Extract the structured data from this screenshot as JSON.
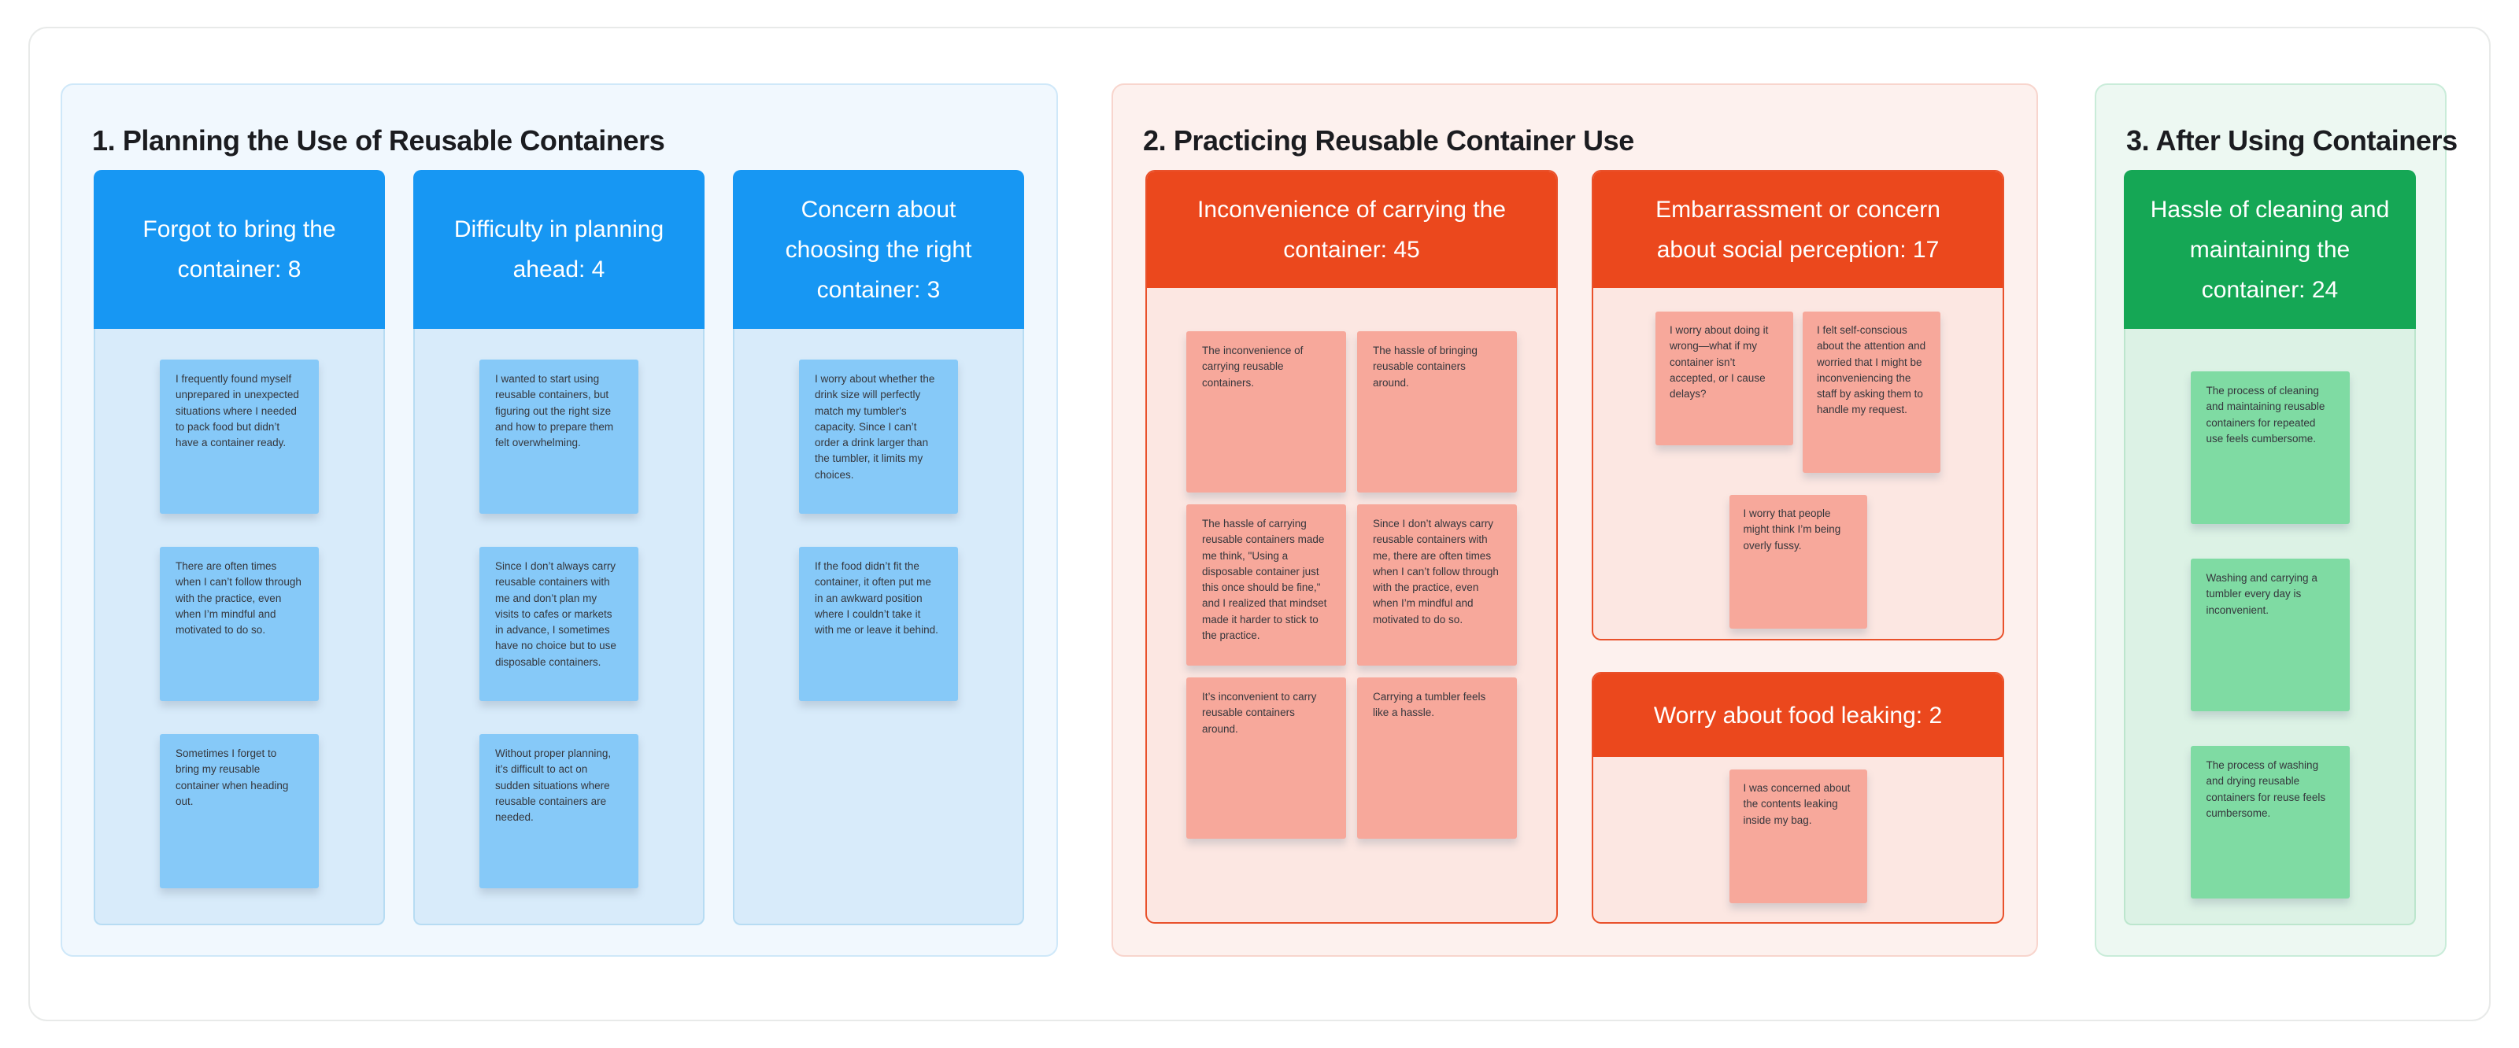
{
  "board": {
    "background": "#ffffff",
    "card_border": "#e8eae9"
  },
  "palette": {
    "blue_header": "#1797f3",
    "blue_note": "#86c9f8",
    "blue_column_body": "#d8ebfa",
    "blue_section_bg": "#f1f8fe",
    "blue_section_border": "#cfe8f9",
    "red_header": "#eb481d",
    "red_group_border": "#e9512b",
    "red_group_body": "#fce7e2",
    "red_note": "#f7a89b",
    "red_section_bg": "#fdf1ee",
    "red_section_border": "#f8d5cd",
    "green_header": "#15a755",
    "green_note": "#7fdba3",
    "green_column_body": "#dcf2e5",
    "green_section_bg": "#edf8f2",
    "green_section_border": "#c9ecd9"
  },
  "sections": [
    {
      "title": "1. Planning the Use of Reusable Containers",
      "columns": [
        {
          "header": "Forgot to bring the\ncontainer: 8",
          "count": 8,
          "notes": [
            "I frequently found myself unprepared in unexpected situations where I needed to pack food but didn’t have a container ready.",
            "There are often times when I can’t follow through with the practice, even when I’m mindful and motivated to do so.",
            "Sometimes I forget to bring my reusable container when heading out."
          ]
        },
        {
          "header": "Difficulty in planning\nahead: 4",
          "count": 4,
          "notes": [
            "I wanted to start using reusable containers, but figuring out the right size and how to prepare them felt overwhelming.",
            "Since I don’t always carry reusable containers with me and don’t plan my visits to cafes or markets in advance, I sometimes have no choice but to use disposable containers.",
            "Without proper planning, it’s difficult to act on sudden situations where reusable containers are needed."
          ]
        },
        {
          "header": "Concern about\nchoosing the right\ncontainer: 3",
          "count": 3,
          "notes": [
            "I worry about whether the drink size will perfectly match my tumbler's capacity. Since I can’t order a drink larger than the tumbler, it limits my choices.",
            "If the food didn’t fit the container, it often put me in an awkward position where I couldn’t take it with me or leave it behind."
          ]
        }
      ]
    },
    {
      "title": "2. Practicing Reusable Container Use",
      "groups": [
        {
          "header": "Inconvenience of carrying the\ncontainer: 45",
          "count": 45,
          "notes": [
            "The inconvenience of carrying reusable containers.",
            "The hassle of bringing reusable containers around.",
            "The hassle of carrying reusable containers made me think, \"Using a disposable container just this once should be fine,\" and I realized that mindset made it harder to stick to the practice.",
            "Since I don’t always carry reusable containers with me, there are often times when I can’t follow through with the practice, even when I’m mindful and motivated to do so.",
            "It’s inconvenient to carry reusable containers around.",
            "Carrying a tumbler feels like a hassle."
          ]
        },
        {
          "header": "Embarrassment or concern\nabout social perception: 17",
          "count": 17,
          "notes": [
            "I worry about doing it wrong—what if my container isn’t accepted, or I cause delays?",
            "I felt self-conscious about the attention and worried that I might be inconveniencing the staff by asking them to handle my request.",
            "I worry that people might think I’m being overly fussy."
          ]
        },
        {
          "header": "Worry about food leaking: 2",
          "count": 2,
          "notes": [
            "I was concerned about the contents leaking inside my bag."
          ]
        }
      ]
    },
    {
      "title": "3. After Using Containers",
      "columns": [
        {
          "header": "Hassle of cleaning and\nmaintaining the\ncontainer: 24",
          "count": 24,
          "notes": [
            "The process of cleaning and maintaining reusable containers for repeated use feels cumbersome.",
            "Washing and carrying a tumbler every day is inconvenient.",
            "The process of washing and drying reusable containers for reuse feels cumbersome."
          ]
        }
      ]
    }
  ]
}
